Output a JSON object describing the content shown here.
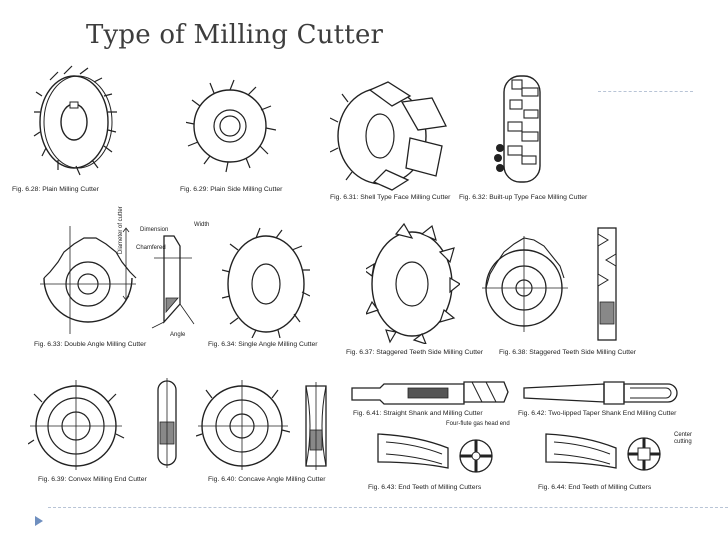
{
  "slide": {
    "title": "Type of Milling Cutter",
    "accent_color": "#6f8fbf"
  },
  "figures": [
    {
      "caption": "Fig. 6.28: Plain Milling Cutter"
    },
    {
      "caption": "Fig. 6.29: Plain Side Milling Cutter"
    },
    {
      "caption": "Fig. 6.31: Shell Type Face Milling Cutter"
    },
    {
      "caption": "Fig. 6.32: Built-up Type Face Milling Cutter"
    },
    {
      "caption": "Fig. 6.33: Double Angle Milling Cutter"
    },
    {
      "caption": "Fig. 6.34: Single Angle Milling Cutter"
    },
    {
      "caption": "Fig. 6.37: Staggered Teeth Side Milling Cutter"
    },
    {
      "caption": "Fig. 6.38: Staggered Teeth Side Milling Cutter"
    },
    {
      "caption": "Fig. 6.39: Convex Milling End Cutter"
    },
    {
      "caption": "Fig. 6.40: Concave Angle Milling Cutter"
    },
    {
      "caption": "Fig. 6.41: Straight Shank and Milling Cutter"
    },
    {
      "caption": "Fig. 6.42: Two-lipped Taper Shank End Milling Cutter"
    },
    {
      "caption": "Fig. 6.43: End Teeth of Milling Cutters"
    },
    {
      "caption": "Fig. 6.44: End Teeth of Milling Cutters"
    }
  ],
  "annotations": {
    "dimension": "Dimension",
    "width": "Width",
    "chamfered": "Chamfered",
    "angle": "Angle",
    "diameter": "Diameter of cutter",
    "four_flute": "Four-flute gas head end",
    "center_cutting": "Center cutting"
  }
}
